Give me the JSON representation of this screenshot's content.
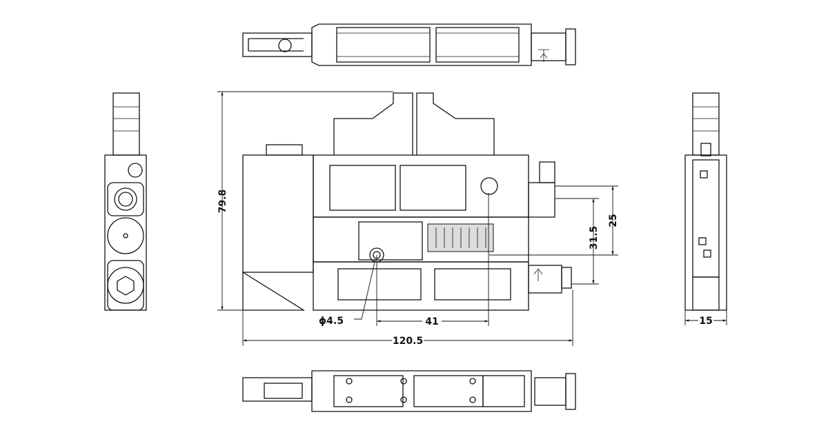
{
  "drawing": {
    "views": [
      "top-view",
      "front-view",
      "left-view",
      "right-view",
      "bottom-view"
    ],
    "dimensions": {
      "height": "79.8",
      "port_offset_a": "31.5",
      "port_offset_b": "25",
      "hole_diameter": "ϕ4.5",
      "hole_pitch": "41",
      "overall_length": "120.5",
      "width": "15"
    }
  }
}
